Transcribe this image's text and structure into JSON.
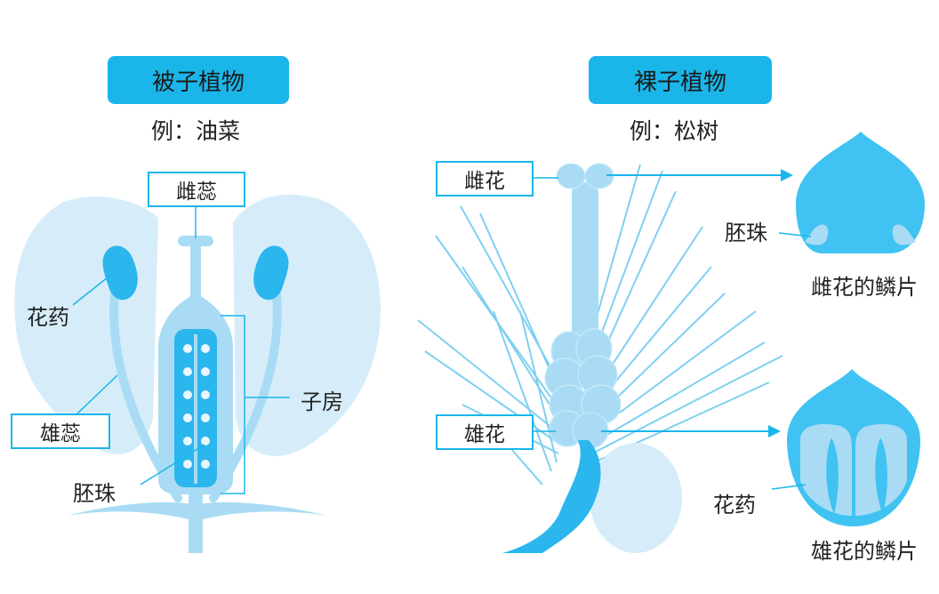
{
  "angiosperm": {
    "title": "被子植物",
    "example": "例：油菜",
    "labels": {
      "pistil": "雌蕊",
      "anther": "花药",
      "stamen": "雄蕊",
      "ovary": "子房",
      "ovule": "胚珠"
    }
  },
  "gymnosperm": {
    "title": "裸子植物",
    "example": "例：松树",
    "labels": {
      "female_cone": "雌花",
      "male_cone": "雄花",
      "ovule": "胚珠",
      "female_scale": "雌花的鳞片",
      "anther": "花药",
      "male_scale": "雄花的鳞片"
    }
  },
  "colors": {
    "accent": "#1ab6ea",
    "light": "#a9dcf4",
    "pale": "#d6edf9",
    "deep": "#2bb6ee"
  }
}
